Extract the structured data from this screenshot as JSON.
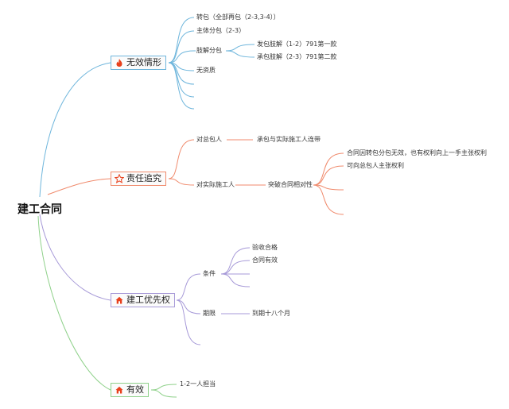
{
  "root": {
    "label": "建工合同"
  },
  "branches": [
    {
      "label": "无效情形",
      "icon": "fire-icon",
      "color": "#6fb6dc",
      "children": [
        {
          "label": "转包（全部再包（2-3,3-4））"
        },
        {
          "label": "主体分包（2-3）"
        },
        {
          "label": "肢解分包",
          "children": [
            {
              "label": "发包肢解（1-2）791第一款"
            },
            {
              "label": "承包肢解（2-3）791第二款"
            }
          ]
        },
        {
          "label": "无资质"
        },
        {
          "label": ""
        },
        {
          "label": ""
        }
      ]
    },
    {
      "label": "责任追究",
      "icon": "star-icon",
      "color": "#f08a6c",
      "children": [
        {
          "label": "对总包人",
          "children": [
            {
              "label": "承包与实际施工人连带"
            }
          ]
        },
        {
          "label": "对实际施工人",
          "children": [
            {
              "label": "突破合同相对性",
              "children": [
                {
                  "label": "合同因转包分包无效，也有权利向上一手主张权利"
                },
                {
                  "label": "可向总包人主张权利"
                },
                {
                  "label": ""
                },
                {
                  "label": ""
                }
              ]
            }
          ]
        }
      ]
    },
    {
      "label": "建工优先权",
      "icon": "home-icon",
      "color": "#a79ad8",
      "children": [
        {
          "label": "条件",
          "children": [
            {
              "label": "验收合格"
            },
            {
              "label": "合同有效"
            },
            {
              "label": ""
            },
            {
              "label": ""
            }
          ]
        },
        {
          "label": "期限",
          "children": [
            {
              "label": "到期十八个月"
            }
          ]
        },
        {
          "label": ""
        }
      ]
    },
    {
      "label": "有效",
      "icon": "home-icon",
      "color": "#8fd18a",
      "children": [
        {
          "label": "1-2一人担当"
        },
        {
          "label": ""
        }
      ]
    }
  ]
}
